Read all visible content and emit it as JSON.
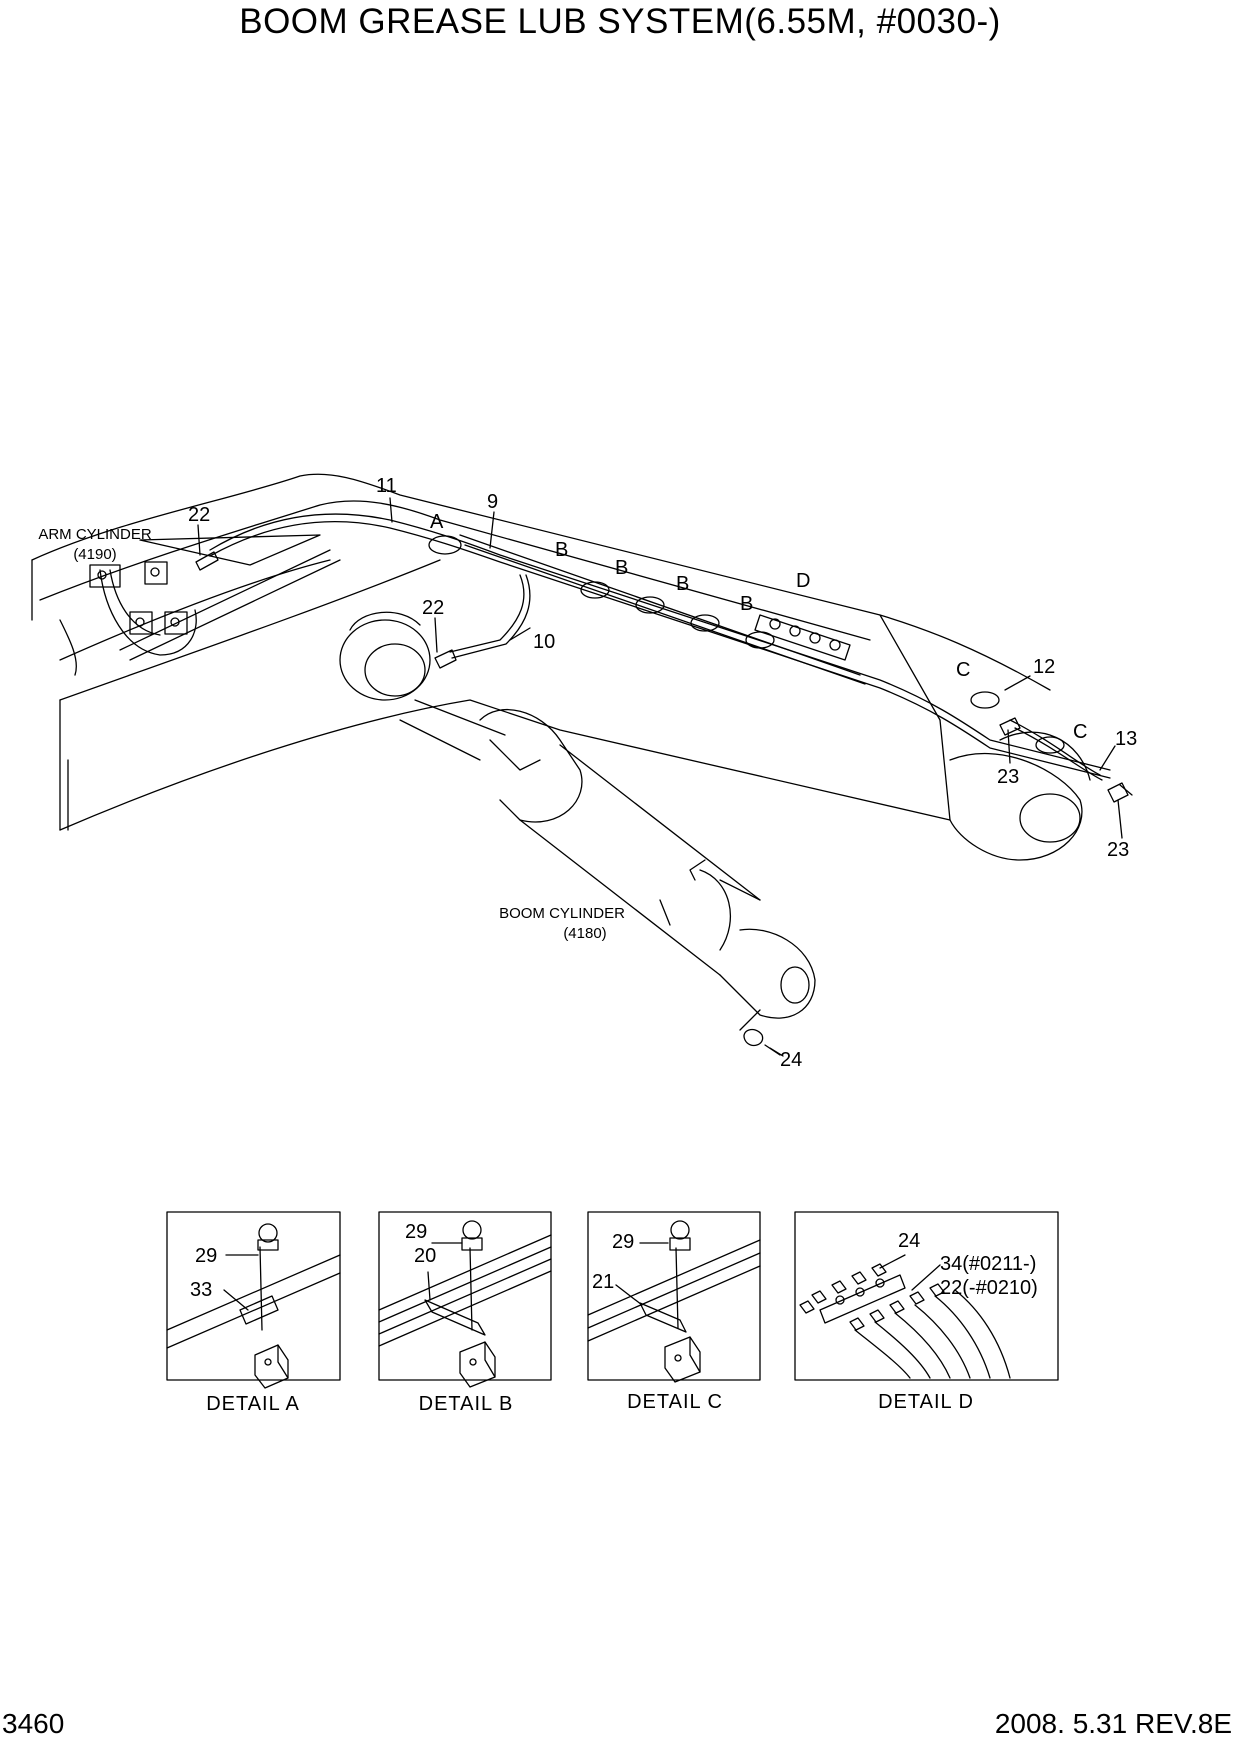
{
  "title": "BOOM GREASE LUB SYSTEM(6.55M, #0030-)",
  "page_number": "3460",
  "revision": "2008. 5.31  REV.8E",
  "labels": {
    "arm_cylinder": "ARM CYLINDER",
    "arm_cylinder_ref": "(4190)",
    "boom_cylinder": "BOOM CYLINDER",
    "boom_cylinder_ref": "(4180)"
  },
  "callouts": {
    "p11": "11",
    "p9": "9",
    "p22a": "22",
    "p22b": "22",
    "p10": "10",
    "p12": "12",
    "p13": "13",
    "p23a": "23",
    "p23b": "23",
    "p24": "24"
  },
  "view_letters": {
    "a": "A",
    "b1": "B",
    "b2": "B",
    "b3": "B",
    "b4": "B",
    "c1": "C",
    "c2": "C",
    "d": "D"
  },
  "details": {
    "a": {
      "caption": "DETAIL  A",
      "parts": [
        "29",
        "33"
      ]
    },
    "b": {
      "caption": "DETAIL  B",
      "parts": [
        "29",
        "20"
      ]
    },
    "c": {
      "caption": "DETAIL  C",
      "parts": [
        "29",
        "21"
      ]
    },
    "d": {
      "caption": "DETAIL  D",
      "parts": [
        "24",
        "34(#0211-)",
        "22(-#0210)"
      ]
    }
  }
}
